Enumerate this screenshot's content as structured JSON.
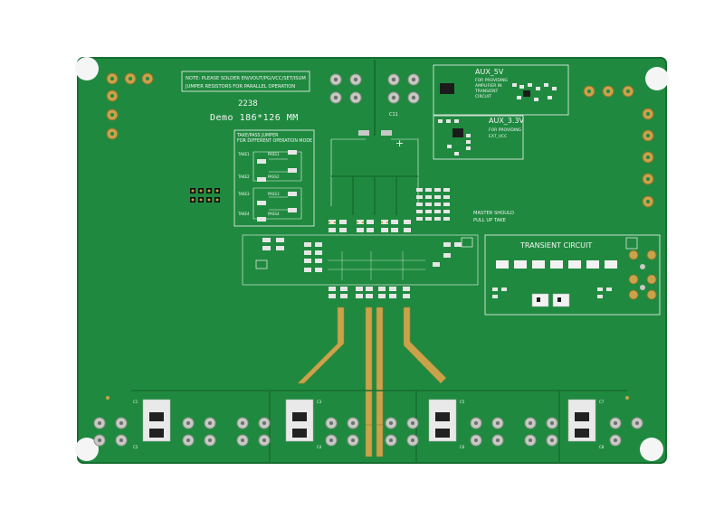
{
  "board": {
    "colors": {
      "solder_mask": "#1f8a3f",
      "solder_mask_dark": "#17732f",
      "silkscreen": "#f4f4f4",
      "gold": "#c9a24a",
      "copper_pad": "#c7c9c4",
      "background": "#ffffff"
    },
    "notes": {
      "note_line1": "NOTE: PLEASE SOLDER EN/VOUT/PG/VCC/SET/ISUM",
      "note_line2": "JUMPER RESISTORS FOR PARALLEL OPERATION"
    },
    "id_number": "2238",
    "title": "Demo 186*126 MM",
    "jumper_title_line1": "TAKE/PASS JUMPER",
    "jumper_title_line2": "FOR DIFFERENT OPERATION MODE",
    "aux5_title": "AUX_5V",
    "aux5_line1": "FOR PROVIDING",
    "aux5_line2": "AMPLIFIER IN",
    "aux5_line3": "TRANSIENT",
    "aux5_line4": "CIRCUIT",
    "aux33_title": "AUX_3.3V",
    "aux33_line1": "FOR PROVIDING",
    "aux33_line2": "EXT_VCC",
    "master_line1": "MASTER SHOULD",
    "master_line2": "PULL UP TAKE",
    "transient_title": "TRANSIENT CIRCUIT",
    "plus_sign": "+",
    "c11_label": "C11",
    "take_labels": [
      "TAKE1",
      "TAKE2",
      "TAKE3",
      "TAKE4"
    ],
    "pass_labels": [
      "PASS1",
      "PASS2",
      "PASS3",
      "PASS4"
    ],
    "output_caps": [
      "C1",
      "C2",
      "C3",
      "C4",
      "C5",
      "C6",
      "C7",
      "C8"
    ]
  }
}
